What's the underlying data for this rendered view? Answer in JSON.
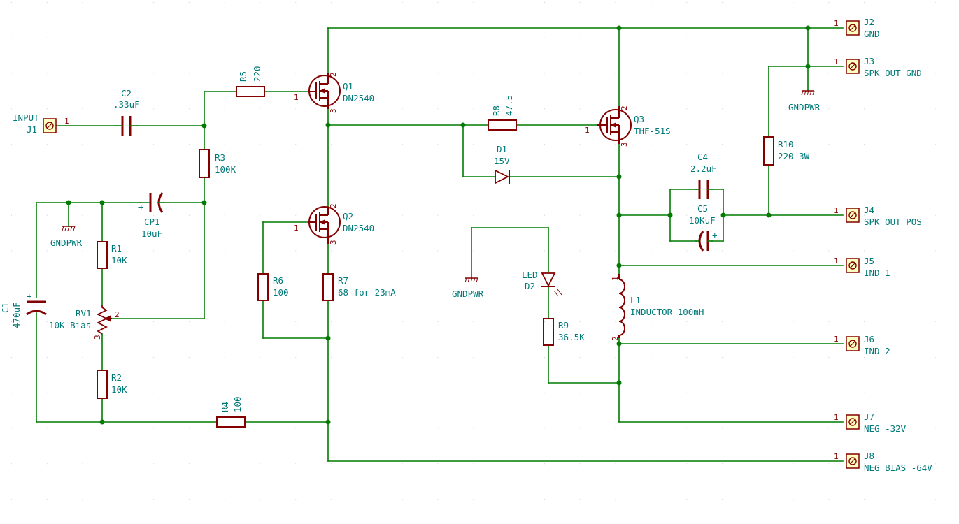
{
  "colors": {
    "wire": "#007b00",
    "component": "#840000",
    "label": "#007979",
    "connector_body": "#ffffc2"
  },
  "components": {
    "j1": {
      "ref": "J1",
      "value": "INPUT",
      "pin": "1"
    },
    "c2": {
      "ref": "C2",
      "value": ".33uF"
    },
    "r5": {
      "ref": "R5",
      "value": "220"
    },
    "q1": {
      "ref": "Q1",
      "value": "DN2540",
      "pins": [
        "1",
        "2",
        "3"
      ]
    },
    "r3": {
      "ref": "R3",
      "value": "100K"
    },
    "cp1": {
      "ref": "CP1",
      "value": "10uF"
    },
    "gnd1": {
      "value": "GNDPWR"
    },
    "r1": {
      "ref": "R1",
      "value": "10K"
    },
    "rv1": {
      "ref": "RV1",
      "value": "10K Bias",
      "pins": [
        "2",
        "3"
      ]
    },
    "r2": {
      "ref": "R2",
      "value": "10K"
    },
    "c1": {
      "ref": "C1",
      "value": "470uF"
    },
    "r4": {
      "ref": "R4",
      "value": "100"
    },
    "q2": {
      "ref": "Q2",
      "value": "DN2540",
      "pins": [
        "1",
        "2",
        "3"
      ]
    },
    "r6": {
      "ref": "R6",
      "value": "100"
    },
    "r7": {
      "ref": "R7",
      "value": "68 for 23mA"
    },
    "r8": {
      "ref": "R8",
      "value": "47.5"
    },
    "d1": {
      "ref": "D1",
      "value": "15V"
    },
    "q3": {
      "ref": "Q3",
      "value": "THF-51S",
      "pins": [
        "1",
        "2",
        "3"
      ]
    },
    "gnd2": {
      "value": "GNDPWR"
    },
    "d2": {
      "ref": "D2",
      "value": "LED"
    },
    "r9": {
      "ref": "R9",
      "value": "36.5K"
    },
    "l1": {
      "ref": "L1",
      "value": "INDUCTOR 100mH",
      "pins": [
        "1",
        "2"
      ]
    },
    "c4": {
      "ref": "C4",
      "value": "2.2uF"
    },
    "c5": {
      "ref": "C5",
      "value": "10KuF"
    },
    "r10": {
      "ref": "R10",
      "value": "220 3W"
    },
    "gnd3": {
      "value": "GNDPWR"
    },
    "j2": {
      "ref": "J2",
      "value": "GND",
      "pin": "1"
    },
    "j3": {
      "ref": "J3",
      "value": "SPK OUT GND",
      "pin": "1"
    },
    "j4": {
      "ref": "J4",
      "value": "SPK OUT POS",
      "pin": "1"
    },
    "j5": {
      "ref": "J5",
      "value": "IND 1",
      "pin": "1"
    },
    "j6": {
      "ref": "J6",
      "value": "IND 2",
      "pin": "1"
    },
    "j7": {
      "ref": "J7",
      "value": "NEG -32V",
      "pin": "1"
    },
    "j8": {
      "ref": "J8",
      "value": "NEG BIAS -64V",
      "pin": "1"
    }
  }
}
